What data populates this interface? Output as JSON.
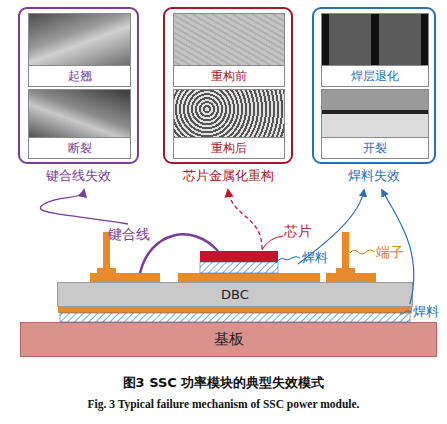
{
  "diagram": {
    "caption": "图3 SSC 功率模块的典型失效模式",
    "nodes": [
      {
        "text": [
          "键合线失效"
        ]
      },
      {
        "text": [
          "起翘"
        ],
        "in": 0
      },
      {
        "text": [
          "断裂"
        ],
        "in": 0
      },
      {
        "text": [
          "芯片金属化重构"
        ]
      },
      {
        "text": [
          "重构前"
        ],
        "in": 3
      },
      {
        "text": [
          "重构后"
        ],
        "in": 3
      },
      {
        "text": [
          "焊料失效"
        ]
      },
      {
        "text": [
          "焊层退化"
        ],
        "in": 6
      },
      {
        "text": [
          "开裂"
        ],
        "in": 6
      },
      {
        "text": [
          "DBC"
        ]
      },
      {
        "text": [
          "基板"
        ]
      }
    ],
    "labels": [
      "键合线",
      "芯片",
      "焊料",
      "端子",
      "焊料",
      "Fig. 3 Typical failure mechanism of SSC power module."
    ]
  }
}
